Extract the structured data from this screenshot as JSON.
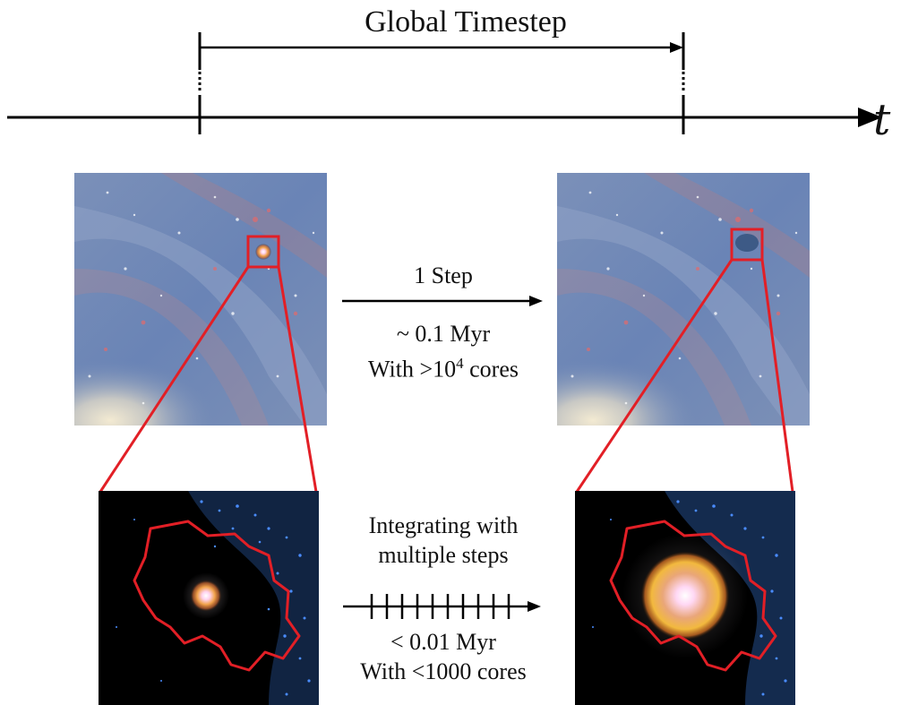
{
  "title": "Global Timestep",
  "axis_symbol": "t",
  "single_step": {
    "label": "1 Step",
    "duration": "~ 0.1 Myr",
    "cores_prefix": "With >10",
    "cores_exponent": "4",
    "cores_suffix": " cores"
  },
  "multi_step": {
    "line1": "Integrating with",
    "line2": "multiple steps",
    "duration": "< 0.01 Myr",
    "cores": "With <1000 cores"
  },
  "colors": {
    "highlight": "#e21f26",
    "galaxy_bg": "#6b86b8",
    "particles": "#3a7be0",
    "black_bg": "#000000"
  }
}
